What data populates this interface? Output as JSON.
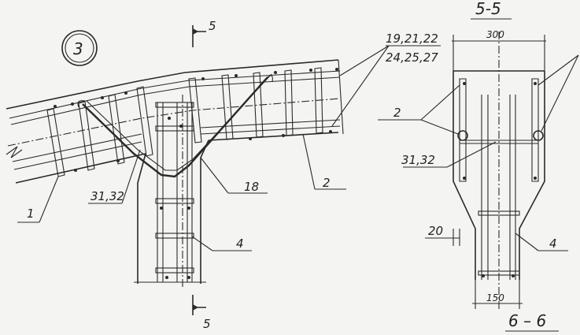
{
  "detail_number": "3",
  "section_top_label": "5",
  "section_bottom_label": "5",
  "left_labels": {
    "bars_group_line1": "19,21,22",
    "bars_group_line2": "24,25,27",
    "bar_1": "1",
    "bar_2": "2",
    "bar_4": "4",
    "bar_18": "18",
    "bars_31_32": "31,32"
  },
  "section_view": {
    "title": "5-5",
    "width_dim": "300",
    "bottom_width_dim": "150",
    "offset_dim": "20",
    "label_2": "2",
    "label_4": "4",
    "label_31_32": "31,32",
    "next_section": "6 – 6"
  },
  "colors": {
    "ink": "#2a2a2a",
    "paper": "#f4f4f2"
  }
}
